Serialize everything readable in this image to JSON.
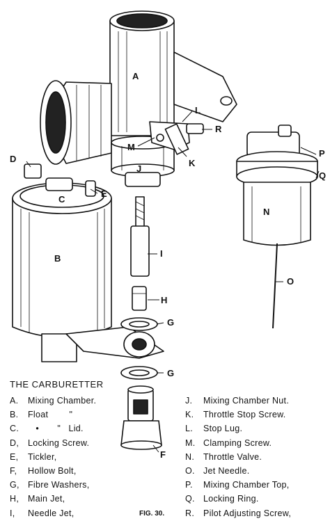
{
  "figure": {
    "title": "THE CARBURETTER",
    "caption": "FIG. 30.",
    "callouts": [
      "A",
      "B",
      "C",
      "D",
      "E",
      "F",
      "G",
      "G",
      "H",
      "I",
      "J",
      "K",
      "L",
      "M",
      "O",
      "N",
      "P",
      "Q",
      "R"
    ],
    "legend_left": [
      {
        "key": "A.",
        "text": "Mixing Chamber."
      },
      {
        "key": "B.",
        "text": "Float        \""
      },
      {
        "key": "C.",
        "text": "   •       \"   Lid."
      },
      {
        "key": "D,",
        "text": "Locking Screw."
      },
      {
        "key": "E,",
        "text": "Tickler,"
      },
      {
        "key": "F,",
        "text": "Hollow Bolt,"
      },
      {
        "key": "G,",
        "text": "Fibre Washers,"
      },
      {
        "key": "H,",
        "text": "Main Jet,"
      },
      {
        "key": "I,",
        "text": "Needle Jet,"
      }
    ],
    "legend_right": [
      {
        "key": "J.",
        "text": "Mixing Chamber Nut."
      },
      {
        "key": "K.",
        "text": "Throttle Stop Screw."
      },
      {
        "key": "L.",
        "text": "Stop Lug."
      },
      {
        "key": "M.",
        "text": "Clamping Screw."
      },
      {
        "key": "N.",
        "text": "Throttle Valve."
      },
      {
        "key": "O.",
        "text": "Jet Needle."
      },
      {
        "key": "P.",
        "text": "Mixing Chamber Top,"
      },
      {
        "key": "Q.",
        "text": "Locking Ring."
      },
      {
        "key": "R.",
        "text": "Pilot Adjusting Screw,"
      }
    ]
  }
}
